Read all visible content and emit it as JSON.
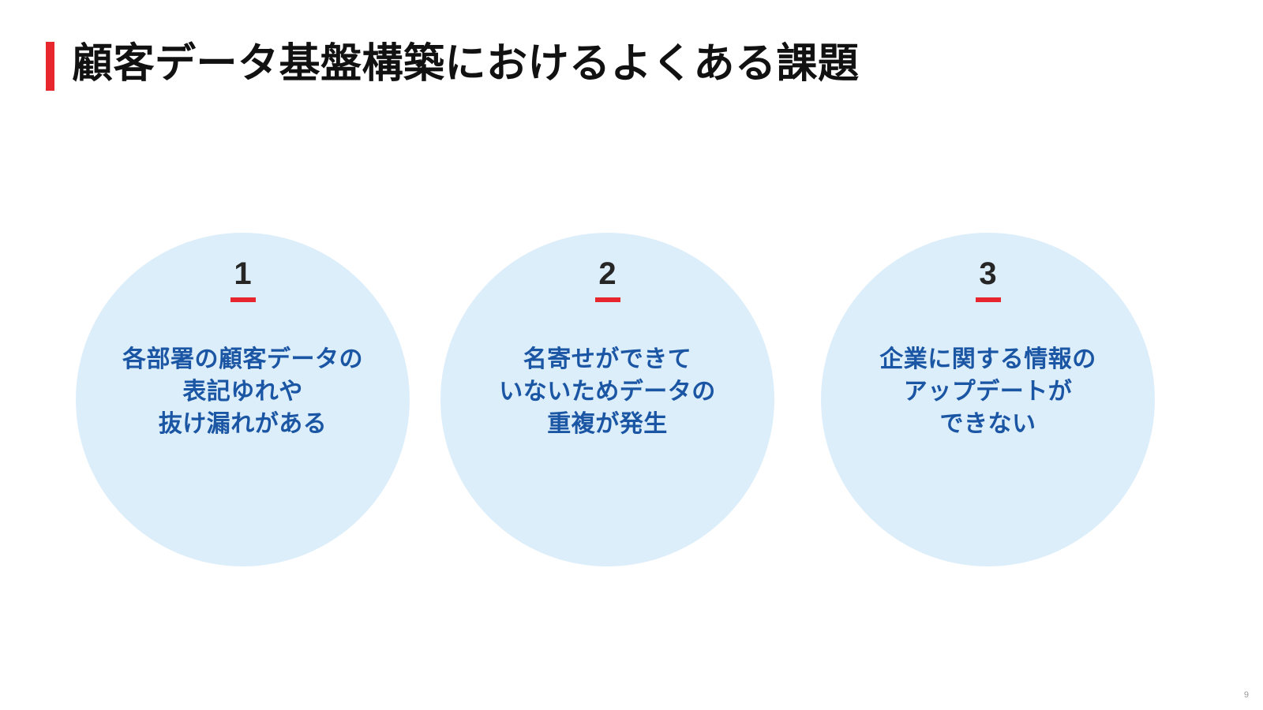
{
  "slide": {
    "title": "顧客データ基盤構築におけるよくある課題",
    "accent_color": "#e8262d",
    "title_color": "#111111",
    "background_color": "#ffffff",
    "page_number": "9"
  },
  "circles": [
    {
      "number": "1",
      "fill_color": "#ddeefb",
      "text_color": "#1b56a4",
      "underline_color": "#e8262d",
      "lines": [
        "各部署の顧客データの",
        "表記ゆれや",
        "抜け漏れがある"
      ]
    },
    {
      "number": "2",
      "fill_color": "#ddeefb",
      "text_color": "#1b56a4",
      "underline_color": "#e8262d",
      "lines": [
        "名寄せができて",
        "いないためデータの",
        "重複が発生"
      ]
    },
    {
      "number": "3",
      "fill_color": "#ddeefb",
      "text_color": "#1b56a4",
      "underline_color": "#e8262d",
      "lines": [
        "企業に関する情報の",
        "アップデートが",
        "できない"
      ]
    }
  ]
}
